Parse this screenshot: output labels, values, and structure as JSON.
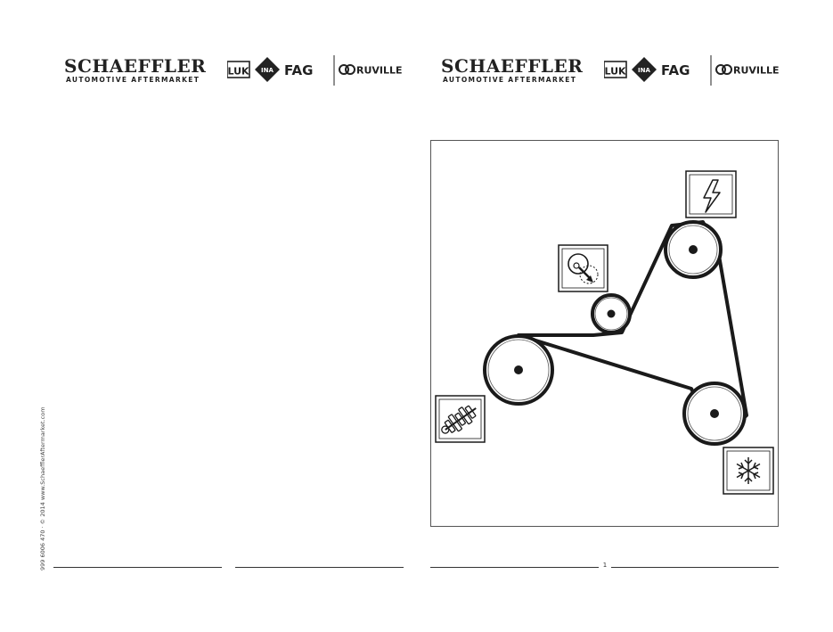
{
  "header_left": {
    "company": "SCHAEFFLER",
    "tagline": "AUTOMOTIVE AFTERMARKET",
    "brands": [
      "LUK",
      "INA",
      "FAG",
      "RUVILLE"
    ]
  },
  "header_right": {
    "company": "SCHAEFFLER",
    "tagline": "AUTOMOTIVE AFTERMARKET",
    "brands": [
      "LUK",
      "INA",
      "FAG",
      "RUVILLE"
    ]
  },
  "diagram": {
    "icons": [
      "alternator-icon",
      "tensioner-icon",
      "crankshaft-icon",
      "ac-compressor-icon"
    ]
  },
  "footer": {
    "side_text": "999 6006 470 · © 2014 www.SchaefflerAftermarket.com",
    "page_number": "1"
  }
}
